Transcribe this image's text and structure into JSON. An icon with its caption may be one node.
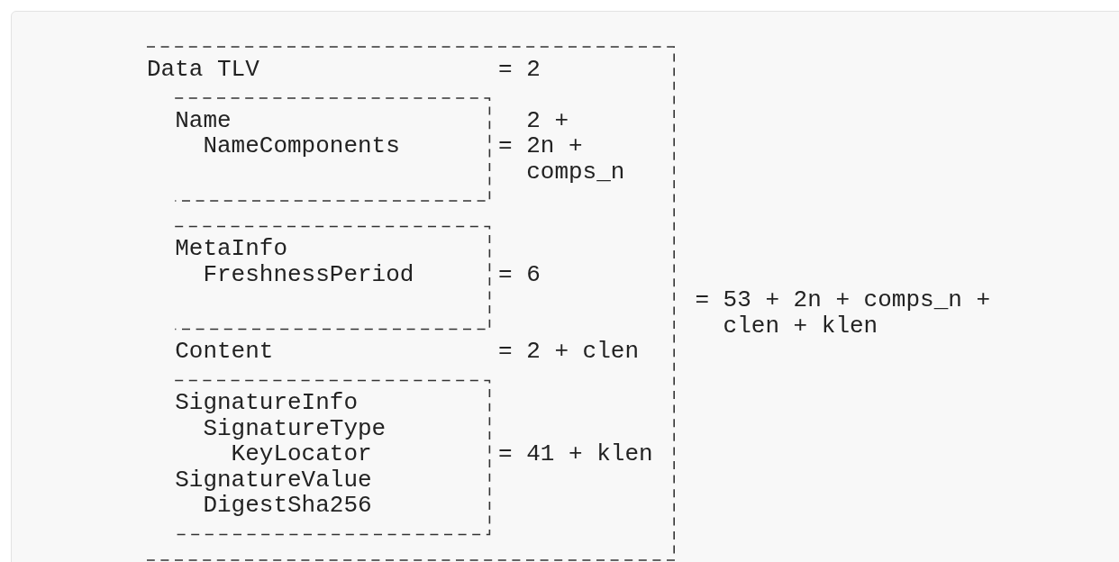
{
  "diagram": {
    "labels": [
      "Data TLV",
      "= 2",
      "Name",
      "2 +",
      "NameComponents",
      "= 2n +",
      "comps_n",
      "MetaInfo",
      "FreshnessPeriod",
      "= 6",
      "= 53 + 2n + comps_n +",
      "clen + klen",
      "Content",
      "= 2 + clen",
      "SignatureInfo",
      "SignatureType",
      "KeyLocator",
      "= 41 + klen",
      "SignatureValue",
      "DigestSha256"
    ]
  }
}
